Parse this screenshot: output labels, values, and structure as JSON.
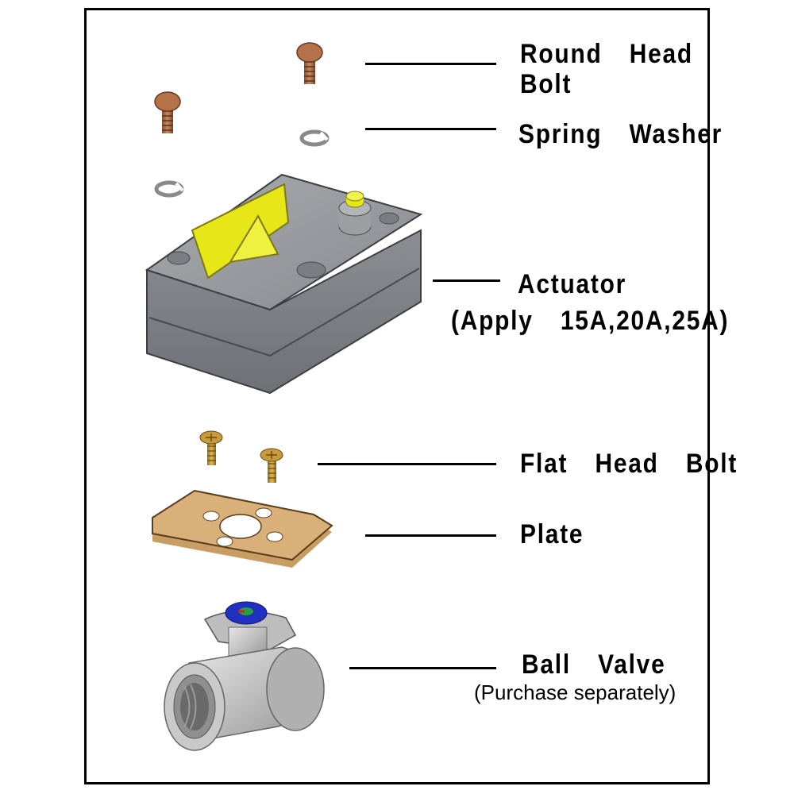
{
  "parts": [
    {
      "key": "round_head_bolt",
      "lines": [
        "Round  Head",
        "Bolt"
      ]
    },
    {
      "key": "spring_washer",
      "lines": [
        "Spring  Washer"
      ]
    },
    {
      "key": "actuator",
      "lines": [
        "Actuator",
        "(Apply  15A,20A,25A)"
      ]
    },
    {
      "key": "flat_head_bolt",
      "lines": [
        "Flat  Head  Bolt"
      ]
    },
    {
      "key": "plate",
      "lines": [
        "Plate"
      ]
    },
    {
      "key": "ball_valve",
      "lines": [
        "Ball  Valve"
      ],
      "note": "(Purchase separately)"
    }
  ],
  "colors": {
    "bolt_copper": "#b5714a",
    "actuator_body": "#8e8f94",
    "actuator_lever": "#e6e619",
    "plate": "#d9b07a",
    "brass_screw": "#c89a3c",
    "valve_silver": "#c7c7c7",
    "valve_cap": "#2030c0"
  }
}
